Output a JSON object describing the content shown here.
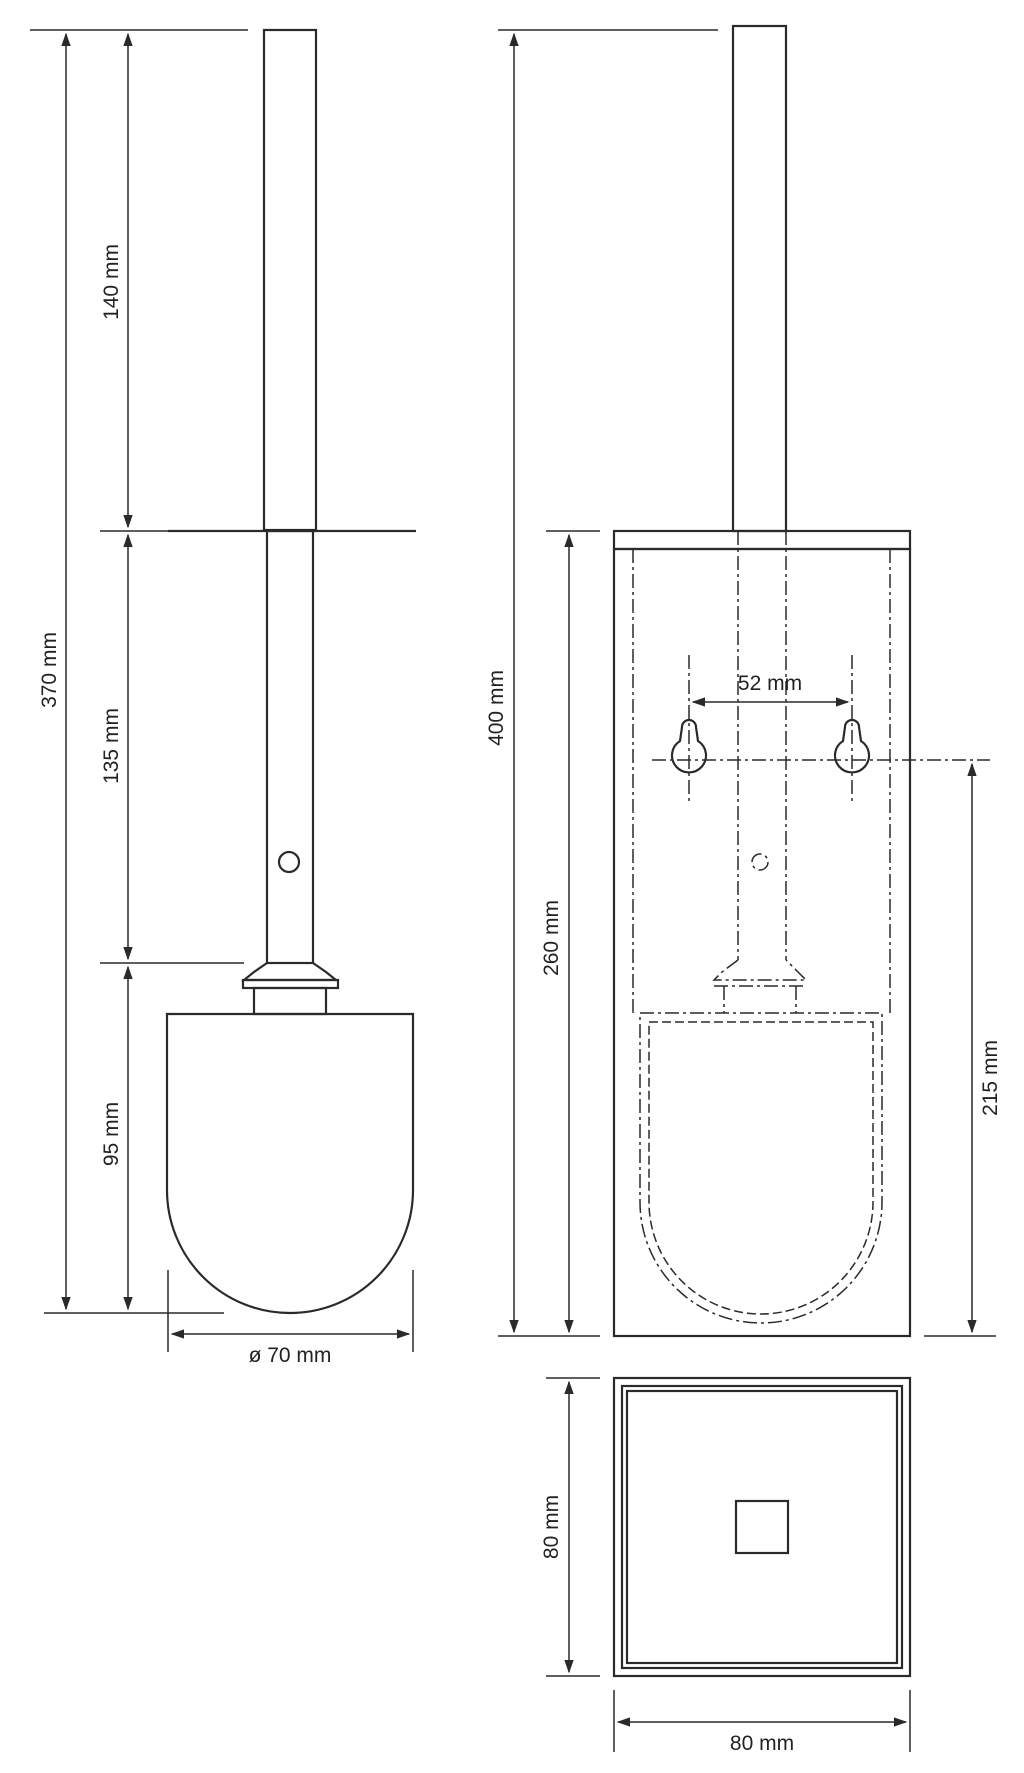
{
  "dimensions": {
    "left_total_height": "370 mm",
    "handle_upper": "140 mm",
    "handle_lower": "135 mm",
    "brush_head_height": "95 mm",
    "brush_diameter": "ø 70 mm",
    "right_total_height": "400 mm",
    "holder_height": "260 mm",
    "mount_hole_spacing": "52 mm",
    "mount_hole_height": "215 mm",
    "base_depth": "80 mm",
    "base_width": "80 mm"
  },
  "colors": {
    "line": "#2a2a2a",
    "background": "#ffffff"
  }
}
